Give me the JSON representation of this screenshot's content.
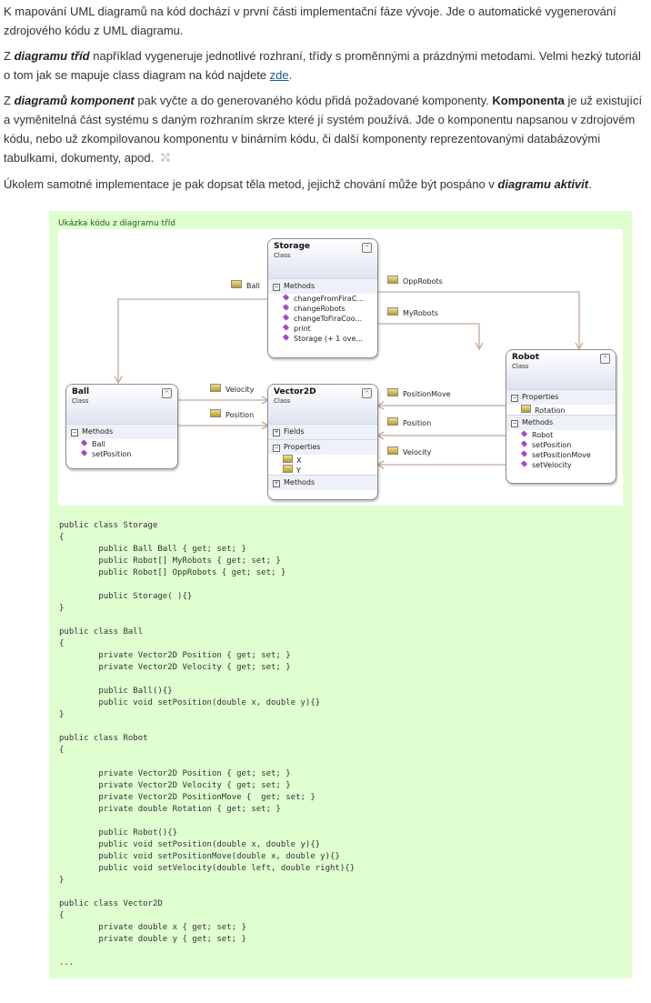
{
  "paragraphs": {
    "p1": "K mapování UML diagramů na kód dochází v první části implementační fáze vývoje. Jde o automatické vygenerování zdrojového kódu z UML diagramu.",
    "p2_prefix": "Z ",
    "p2_em": "diagramu tříd",
    "p2_mid": " například vygeneruje jednotlivé rozhraní, třídy s proměnnými a prázdnými metodami. Velmi hezký tutoriál o tom jak se mapuje class diagram na kód najdete ",
    "p2_link": "zde",
    "p2_end": ".",
    "p3_prefix": "Z ",
    "p3_em": "diagramů komponent",
    "p3_mid": " pak vyčte a do generovaného kódu přidá požadované komponenty. ",
    "p3_strong": "Komponenta",
    "p3_end": " je už existující a vyměnitelná část systému s daným rozhraním skrze které jí systém používá. Jde o komponentu napsanou v zdrojovém kódu, nebo už zkompilovanou komponentu v binárním kódu, či další komponenty reprezentovanými databázovými tabulkami, dokumenty, apod.",
    "p4_prefix": "Úkolem samotné implementace je pak dopsat těla metod, jejichž chování může být pospáno v ",
    "p4_em": "diagramu aktivit",
    "p4_end": "."
  },
  "codebox": {
    "title": "Ukázka kódu z diagramu tříd",
    "background": "#dfffd0",
    "code": "public class Storage\n{\n        public Ball Ball { get; set; }\n        public Robot[] MyRobots { get; set; }\n        public Robot[] OppRobots { get; set; }\n\n        public Storage( ){}\n}\n\npublic class Ball\n{\n        private Vector2D Position { get; set; }\n        private Vector2D Velocity { get; set; }\n\n        public Ball(){}\n        public void setPosition(double x, double y){}\n}\n\npublic class Robot\n{\n\n        private Vector2D Position { get; set; }\n        private Vector2D Velocity { get; set; }\n        private Vector2D PositionMove {  get; set; }\n        private double Rotation { get; set; }\n\n        public Robot(){}\n        public void setPosition(double x, double y){}\n        public void setPositionMove(double x, double y){}\n        public void setVelocity(double left, double right){}\n}\n\npublic class Vector2D\n{\n        private double x { get; set; }\n        private double y { get; set; }\n\n..."
  },
  "diagram": {
    "classes": {
      "storage": {
        "name": "Storage",
        "kind": "Class",
        "sections": [
          {
            "label": "Methods",
            "expanded": true,
            "members": [
              "changeFromFiraC...",
              "changeRobots",
              "changeToFiraCoo...",
              "print",
              "Storage (+ 1 ove..."
            ]
          }
        ]
      },
      "ball": {
        "name": "Ball",
        "kind": "Class",
        "sections": [
          {
            "label": "Methods",
            "expanded": true,
            "members": [
              "Ball",
              "setPosition"
            ]
          }
        ]
      },
      "vector2d": {
        "name": "Vector2D",
        "kind": "Class",
        "sections": [
          {
            "label": "Fields",
            "expanded": false,
            "members": []
          },
          {
            "label": "Properties",
            "expanded": true,
            "members": [
              "X",
              "Y"
            ]
          },
          {
            "label": "Methods",
            "expanded": false,
            "members": []
          }
        ]
      },
      "robot": {
        "name": "Robot",
        "kind": "Class",
        "sections": [
          {
            "label": "Properties",
            "expanded": true,
            "members": [
              "Rotation"
            ]
          },
          {
            "label": "Methods",
            "expanded": true,
            "members": [
              "Robot",
              "setPosition",
              "setPositionMove",
              "setVelocity"
            ]
          }
        ]
      }
    },
    "associations": {
      "storage_ball": "Ball",
      "storage_opprobots": "OppRobots",
      "storage_myrobots": "MyRobots",
      "ball_velocity": "Velocity",
      "ball_position": "Position",
      "robot_positionmove": "PositionMove",
      "robot_position": "Position",
      "robot_velocity": "Velocity"
    },
    "symbols": {
      "collapse": "⌃",
      "expanded": "−",
      "collapsed": "+"
    }
  }
}
